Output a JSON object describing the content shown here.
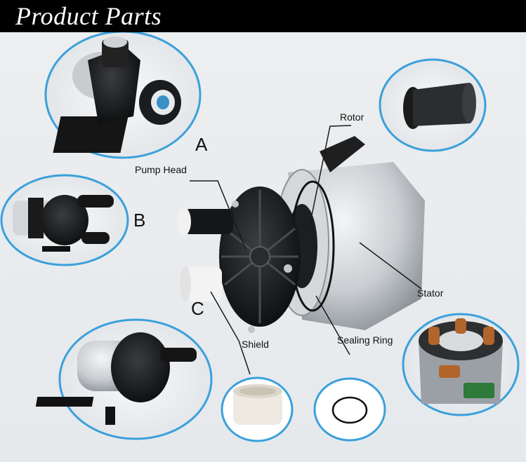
{
  "header": {
    "title": "Product Parts"
  },
  "variants": [
    {
      "letter": "A",
      "icon": "pump-variant-a-icon"
    },
    {
      "letter": "B",
      "icon": "pump-variant-b-icon"
    },
    {
      "letter": "C",
      "icon": "pump-variant-c-icon"
    }
  ],
  "callouts": {
    "pump_head": "Pump Head",
    "rotor": "Rotor",
    "stator": "Stator",
    "shield": "Shield",
    "sealing_ring": "Sealing Ring"
  },
  "colors": {
    "banner": "#000000",
    "circle_border": "#3aa0dc",
    "background": "#e9ecef"
  }
}
